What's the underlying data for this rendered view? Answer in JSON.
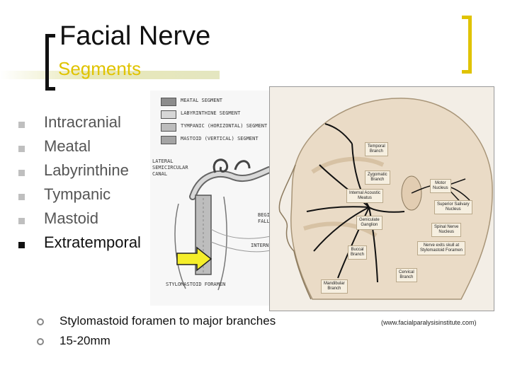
{
  "slide": {
    "title": "Facial Nerve",
    "subtitle": "Segments",
    "accent_color": "#e0c300",
    "bullets": [
      {
        "label": "Intracranial",
        "color": "#555555",
        "bullet_color": "#bfbfbf"
      },
      {
        "label": "Meatal",
        "color": "#555555",
        "bullet_color": "#bfbfbf"
      },
      {
        "label": "Labyrinthine",
        "color": "#555555",
        "bullet_color": "#bfbfbf"
      },
      {
        "label": "Tympanic",
        "color": "#555555",
        "bullet_color": "#bfbfbf"
      },
      {
        "label": "Mastoid",
        "color": "#555555",
        "bullet_color": "#bfbfbf"
      },
      {
        "label": "Extratemporal",
        "color": "#111111",
        "bullet_color": "#111111"
      }
    ],
    "sub_bullets": [
      {
        "label": "Stylomastoid foramen to major branches"
      },
      {
        "label": "15-20mm"
      }
    ],
    "credit": "(www.facialparalysisinstitute.com)"
  },
  "figure_left": {
    "legend": [
      {
        "label": "MEATAL SEGMENT",
        "fill": "#8c8c8c"
      },
      {
        "label": "LABYRINTHINE SEGMENT",
        "fill": "#d6d6d6"
      },
      {
        "label": "TYMPANIC (HORIZONTAL) SEGMENT",
        "fill": "#bcbcbc"
      },
      {
        "label": "MASTOID (VERTICAL) SEGMENT",
        "fill": "#a4a4a4"
      }
    ],
    "labels": {
      "lateral": "LATERAL",
      "semicircular": "SEMICIRCULAR",
      "canal": "CANAL",
      "begi": "BEGI",
      "fall": "FALL",
      "intern": "INTERN",
      "foramen": "STYLOMASTOID FORAMEN"
    },
    "arrow_color": "#f5ee2a"
  },
  "figure_right": {
    "callouts": {
      "temporal": [
        "Temporal",
        "Branch"
      ],
      "zygomatic": [
        "Zygomatic",
        "Branch"
      ],
      "internal_acoustic": [
        "Internal Acoustic",
        "Meatus"
      ],
      "geniculate": [
        "Geniculate",
        "Ganglion"
      ],
      "buccal": [
        "Buccal",
        "Branch"
      ],
      "mandibular": [
        "Mandibular",
        "Branch"
      ],
      "cervical": [
        "Cervical",
        "Branch"
      ],
      "motor": [
        "Motor",
        "Nucleus"
      ],
      "superior_salivary": [
        "Superior Salivary",
        "Nucleus"
      ],
      "spinal": [
        "Spinal Nerve",
        "Nucleus"
      ],
      "exits": [
        "Nerve exits skull at",
        "Stylomastoid Foramen"
      ]
    }
  }
}
